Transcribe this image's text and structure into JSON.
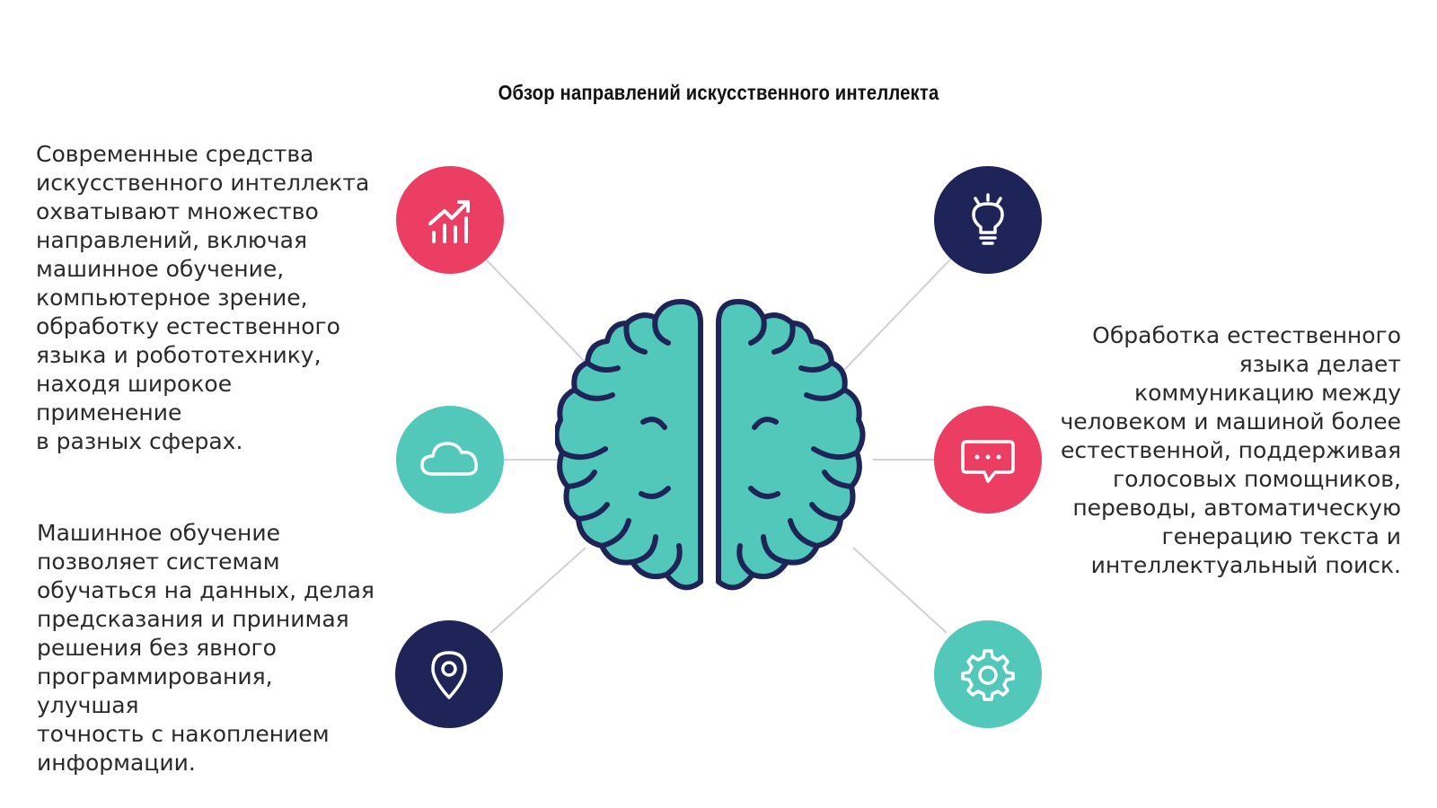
{
  "title": "Обзор направлений искусственного интеллекта",
  "paragraphs": {
    "left_top": "Современные средства\nискусственного интеллекта\nохватывают множество\nнаправлений, включая\nмашинное обучение,\nкомпьютерное зрение,\nобработку естественного\nязыка и робототехнику,\nнаходя широкое применение\nв разных сферах.",
    "left_bottom": "Машинное обучение\nпозволяет системам\nобучаться на данных, делая\nпредсказания и принимая\nрешения без явного\nпрограммирования, улучшая\nточность с накоплением\nинформации.",
    "right": "Обработка естественного\nязыка делает\nкоммуникацию между\nчеловеком и машиной более\nестественной, поддерживая\nголосовых помощников,\nпереводы, автоматическую\nгенерацию текста и\nинтеллектуальный поиск."
  },
  "icons": [
    {
      "id": "top-left",
      "icon": "growth-chart-icon",
      "color": "#ec3e63"
    },
    {
      "id": "middle-left",
      "icon": "cloud-icon",
      "color": "#52c8bb"
    },
    {
      "id": "bottom-left",
      "icon": "location-pin-icon",
      "color": "#1f2458"
    },
    {
      "id": "top-right",
      "icon": "lightbulb-icon",
      "color": "#1f2458"
    },
    {
      "id": "middle-right",
      "icon": "chat-bubble-icon",
      "color": "#ec3e63"
    },
    {
      "id": "bottom-right",
      "icon": "gear-icon",
      "color": "#52c8bb"
    }
  ],
  "colors": {
    "red": "#ec3e63",
    "teal": "#52c8bb",
    "navy": "#1f2458",
    "brain_fill": "#52c8bb",
    "brain_outline": "#1f2458",
    "connector": "#d0d0d8"
  }
}
